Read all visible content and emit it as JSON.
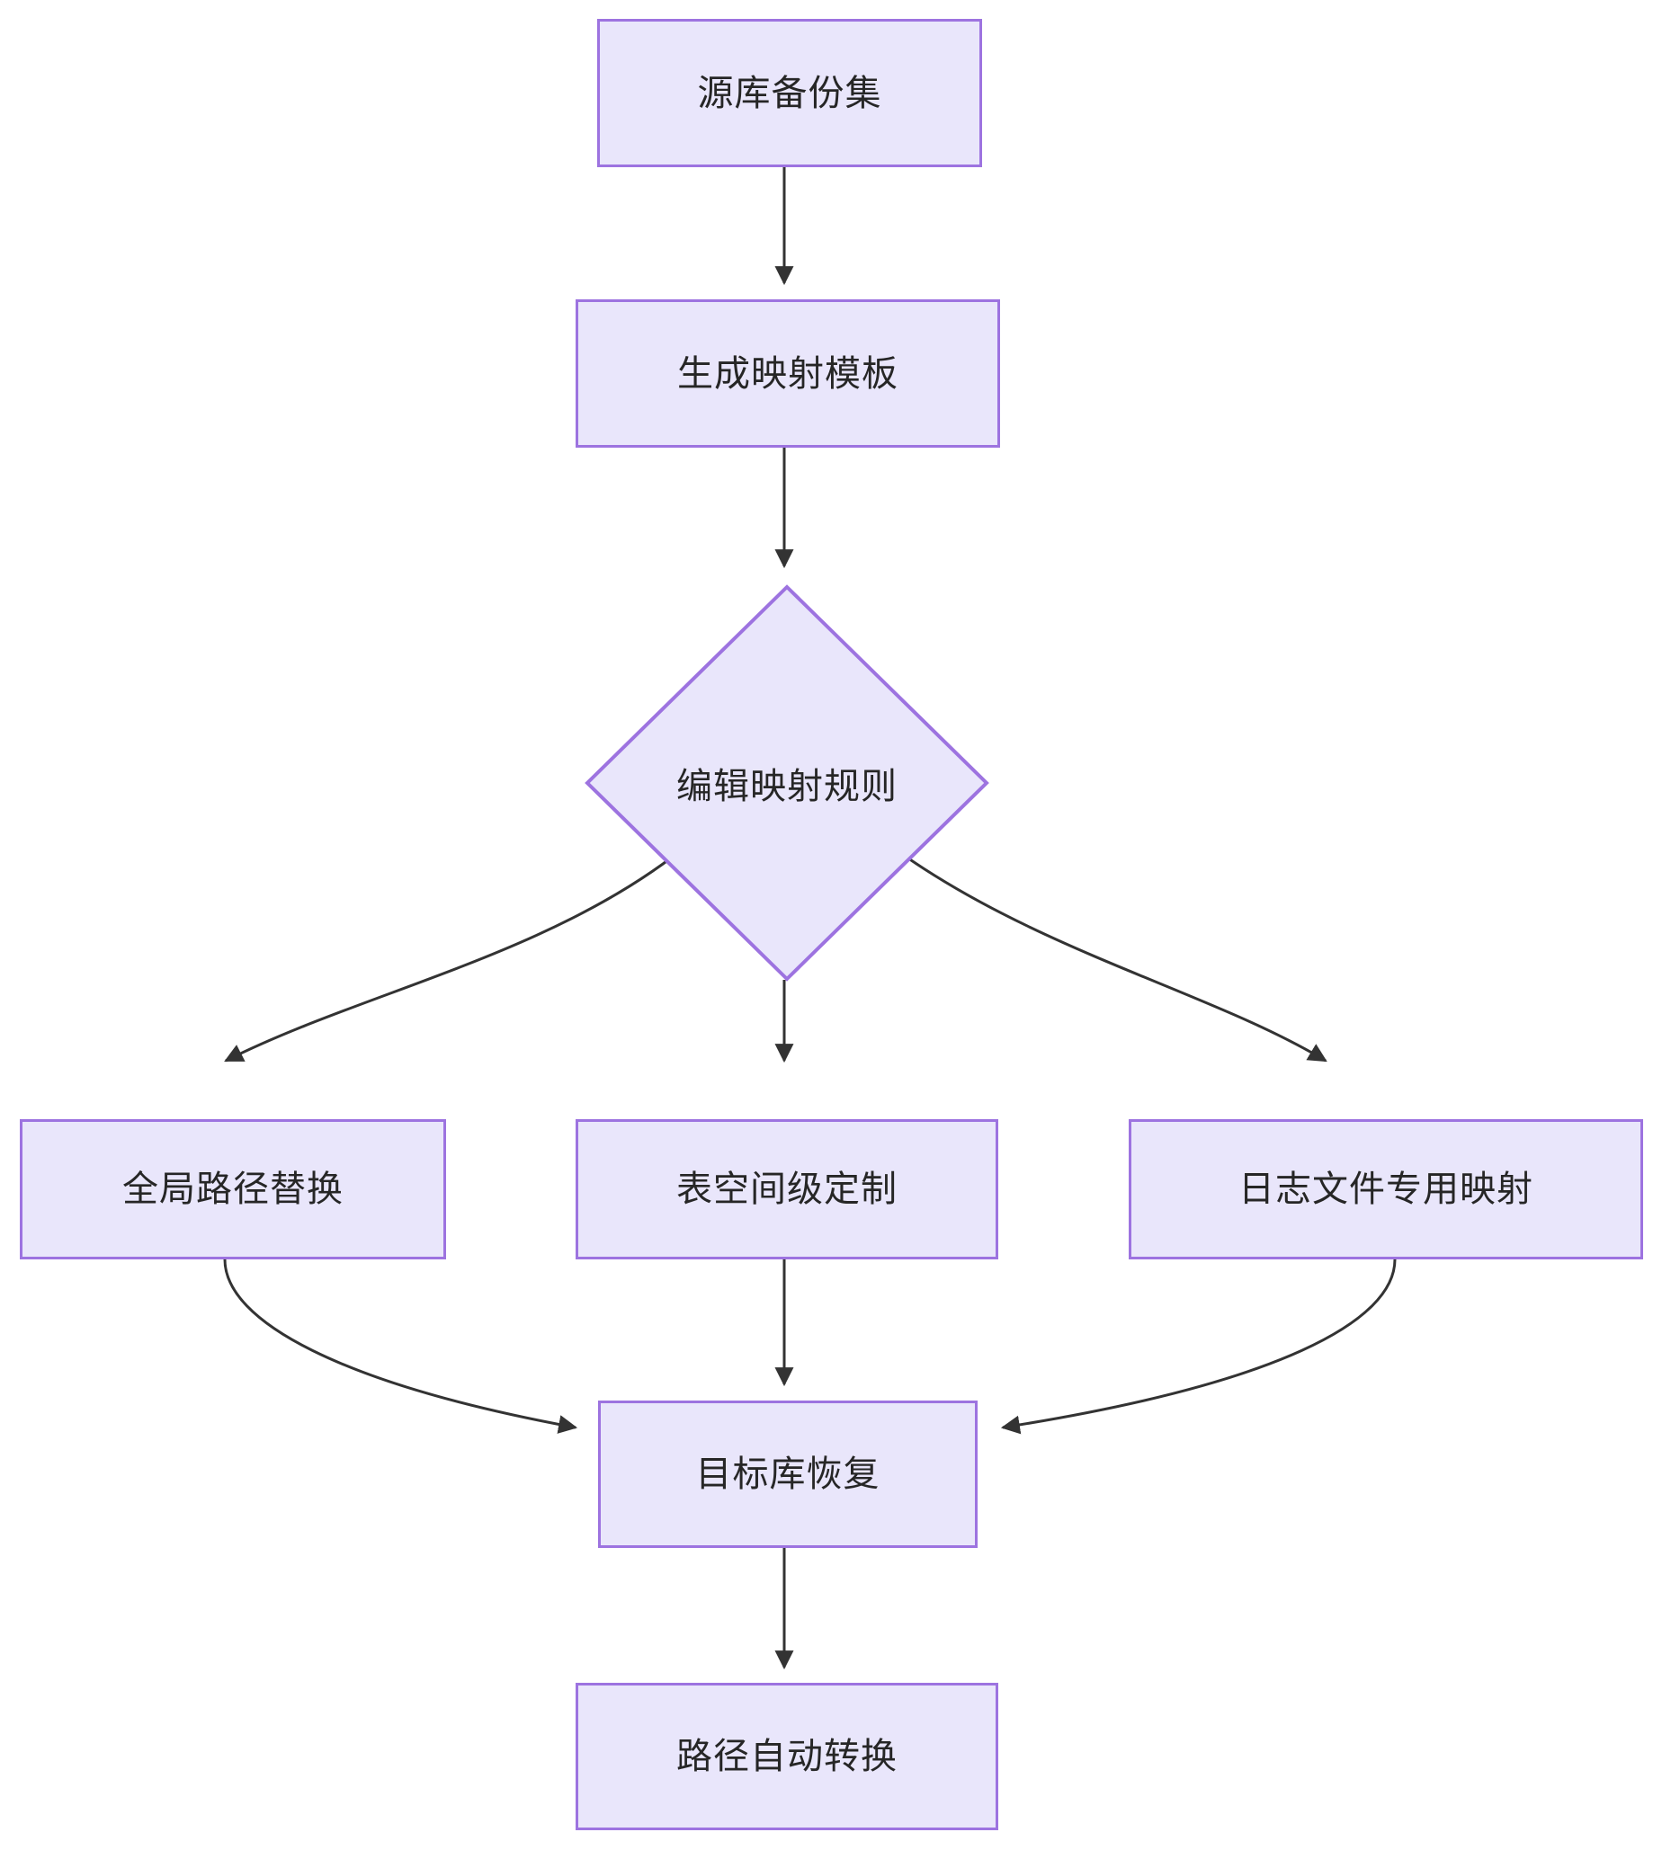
{
  "diagram": {
    "type": "flowchart",
    "direction": "top-to-bottom",
    "colors": {
      "node_fill": "#e9e6fb",
      "node_border": "#9d73e0",
      "edge_stroke": "#333333",
      "text": "#262626",
      "background": "#ffffff"
    },
    "nodes": [
      {
        "id": "source_backup",
        "shape": "rect",
        "label": "源库备份集"
      },
      {
        "id": "gen_template",
        "shape": "rect",
        "label": "生成映射模板"
      },
      {
        "id": "edit_rules",
        "shape": "diamond",
        "label": "编辑映射规则"
      },
      {
        "id": "global_replace",
        "shape": "rect",
        "label": "全局路径替换"
      },
      {
        "id": "tablespace",
        "shape": "rect",
        "label": "表空间级定制"
      },
      {
        "id": "logfile_map",
        "shape": "rect",
        "label": "日志文件专用映射"
      },
      {
        "id": "target_restore",
        "shape": "rect",
        "label": "目标库恢复"
      },
      {
        "id": "auto_convert",
        "shape": "rect",
        "label": "路径自动转换"
      }
    ],
    "edges": [
      {
        "from": "source_backup",
        "to": "gen_template",
        "label": ""
      },
      {
        "from": "gen_template",
        "to": "edit_rules",
        "label": ""
      },
      {
        "from": "edit_rules",
        "to": "global_replace",
        "label": ""
      },
      {
        "from": "edit_rules",
        "to": "tablespace",
        "label": ""
      },
      {
        "from": "edit_rules",
        "to": "logfile_map",
        "label": ""
      },
      {
        "from": "global_replace",
        "to": "target_restore",
        "label": ""
      },
      {
        "from": "tablespace",
        "to": "target_restore",
        "label": ""
      },
      {
        "from": "logfile_map",
        "to": "target_restore",
        "label": ""
      },
      {
        "from": "target_restore",
        "to": "auto_convert",
        "label": ""
      }
    ]
  }
}
